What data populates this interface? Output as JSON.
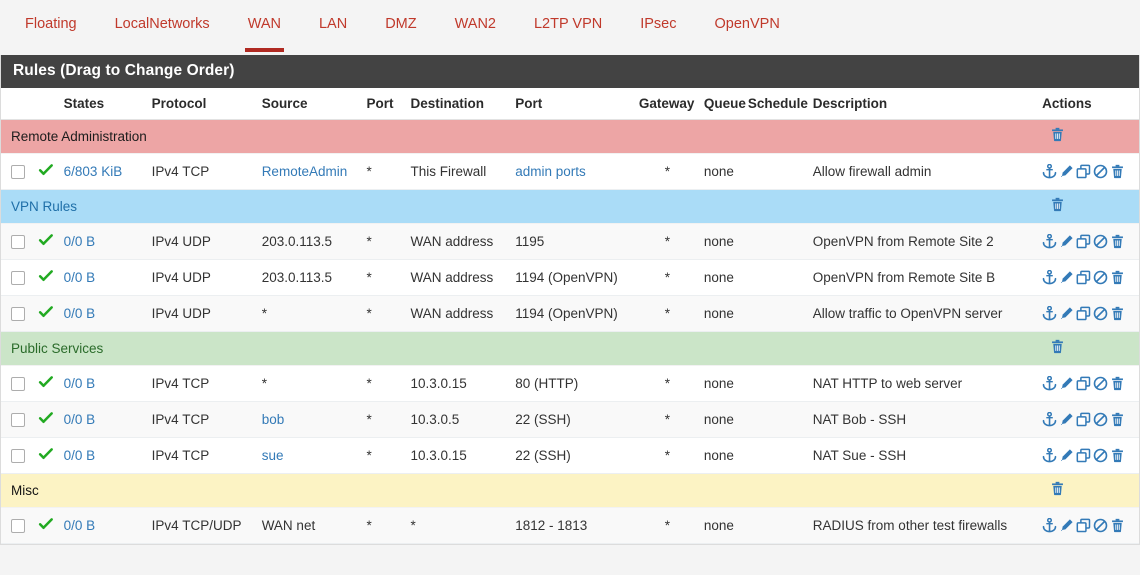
{
  "tabs": [
    {
      "label": "Floating",
      "active": false
    },
    {
      "label": "LocalNetworks",
      "active": false
    },
    {
      "label": "WAN",
      "active": true
    },
    {
      "label": "LAN",
      "active": false
    },
    {
      "label": "DMZ",
      "active": false
    },
    {
      "label": "WAN2",
      "active": false
    },
    {
      "label": "L2TP VPN",
      "active": false
    },
    {
      "label": "IPsec",
      "active": false
    },
    {
      "label": "OpenVPN",
      "active": false
    }
  ],
  "panel": {
    "heading": "Rules (Drag to Change Order)"
  },
  "columns": {
    "checkbox": "",
    "state": "",
    "states": "States",
    "protocol": "Protocol",
    "source": "Source",
    "source_port": "Port",
    "destination": "Destination",
    "dest_port": "Port",
    "gateway": "Gateway",
    "queue": "Queue",
    "schedule": "Schedule",
    "description": "Description",
    "actions": "Actions"
  },
  "colors": {
    "accent_red": "#c0392b",
    "active_underline": "#b02a22",
    "panel_heading_bg": "#434343",
    "link_blue": "#337ab7",
    "pass_green": "#22aa22",
    "sep_red": "#eda5a5",
    "sep_blue": "#aadcf7",
    "sep_green": "#cbe5c8",
    "sep_yellow": "#fcf3c4"
  },
  "icons": {
    "checkbox": "checkbox-icon",
    "pass": "check-icon",
    "anchor": "anchor-icon",
    "edit": "pencil-icon",
    "copy": "copy-icon",
    "disable": "ban-icon",
    "delete": "trash-icon",
    "separator_delete": "trash-icon"
  },
  "rows": [
    {
      "kind": "separator",
      "color": "red",
      "label": "Remote Administration",
      "delete_label": "Delete separator"
    },
    {
      "kind": "rule",
      "states": "6/803 KiB",
      "states_link": true,
      "protocol": "IPv4 TCP",
      "source": "RemoteAdmin",
      "source_link": true,
      "source_port": "*",
      "destination": "This Firewall",
      "destination_link": false,
      "dest_port": "admin ports",
      "dest_port_link": true,
      "gateway": "*",
      "queue": "none",
      "schedule": "",
      "description": "Allow firewall admin"
    },
    {
      "kind": "separator",
      "color": "blue",
      "label": "VPN Rules",
      "delete_label": "Delete separator"
    },
    {
      "kind": "rule",
      "states": "0/0 B",
      "states_link": true,
      "protocol": "IPv4 UDP",
      "source": "203.0.113.5",
      "source_link": false,
      "source_port": "*",
      "destination": "WAN address",
      "destination_link": false,
      "dest_port": "1195",
      "dest_port_link": false,
      "gateway": "*",
      "queue": "none",
      "schedule": "",
      "description": "OpenVPN from Remote Site 2"
    },
    {
      "kind": "rule",
      "states": "0/0 B",
      "states_link": true,
      "protocol": "IPv4 UDP",
      "source": "203.0.113.5",
      "source_link": false,
      "source_port": "*",
      "destination": "WAN address",
      "destination_link": false,
      "dest_port": "1194 (OpenVPN)",
      "dest_port_link": false,
      "gateway": "*",
      "queue": "none",
      "schedule": "",
      "description": "OpenVPN from Remote Site B"
    },
    {
      "kind": "rule",
      "states": "0/0 B",
      "states_link": true,
      "protocol": "IPv4 UDP",
      "source": "*",
      "source_link": false,
      "source_port": "*",
      "destination": "WAN address",
      "destination_link": false,
      "dest_port": "1194 (OpenVPN)",
      "dest_port_link": false,
      "gateway": "*",
      "queue": "none",
      "schedule": "",
      "description": "Allow traffic to OpenVPN server"
    },
    {
      "kind": "separator",
      "color": "green",
      "label": "Public Services",
      "delete_label": "Delete separator"
    },
    {
      "kind": "rule",
      "states": "0/0 B",
      "states_link": true,
      "protocol": "IPv4 TCP",
      "source": "*",
      "source_link": false,
      "source_port": "*",
      "destination": "10.3.0.15",
      "destination_link": false,
      "dest_port": "80 (HTTP)",
      "dest_port_link": false,
      "gateway": "*",
      "queue": "none",
      "schedule": "",
      "description": "NAT HTTP to web server"
    },
    {
      "kind": "rule",
      "states": "0/0 B",
      "states_link": true,
      "protocol": "IPv4 TCP",
      "source": "bob",
      "source_link": true,
      "source_port": "*",
      "destination": "10.3.0.5",
      "destination_link": false,
      "dest_port": "22 (SSH)",
      "dest_port_link": false,
      "gateway": "*",
      "queue": "none",
      "schedule": "",
      "description": "NAT Bob - SSH"
    },
    {
      "kind": "rule",
      "states": "0/0 B",
      "states_link": true,
      "protocol": "IPv4 TCP",
      "source": "sue",
      "source_link": true,
      "source_port": "*",
      "destination": "10.3.0.15",
      "destination_link": false,
      "dest_port": "22 (SSH)",
      "dest_port_link": false,
      "gateway": "*",
      "queue": "none",
      "schedule": "",
      "description": "NAT Sue - SSH"
    },
    {
      "kind": "separator",
      "color": "yellow",
      "label": "Misc",
      "delete_label": "Delete separator"
    },
    {
      "kind": "rule",
      "states": "0/0 B",
      "states_link": true,
      "protocol": "IPv4 TCP/UDP",
      "source": "WAN net",
      "source_link": false,
      "source_port": "*",
      "destination": "*",
      "destination_link": false,
      "dest_port": "1812 - 1813",
      "dest_port_link": false,
      "gateway": "*",
      "queue": "none",
      "schedule": "",
      "description": "RADIUS from other test firewalls"
    }
  ]
}
